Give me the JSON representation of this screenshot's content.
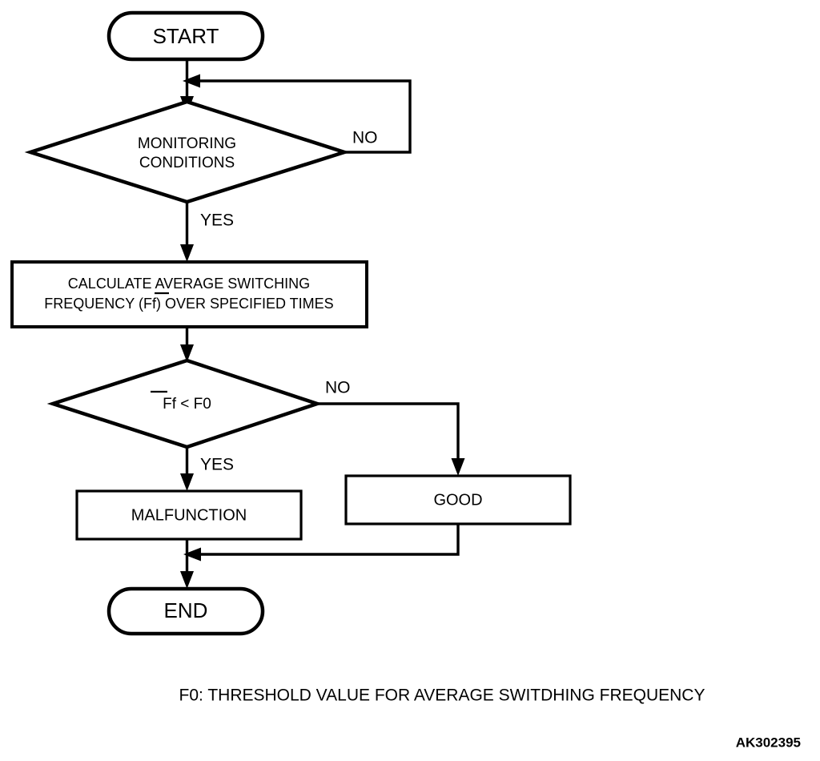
{
  "diagram": {
    "title_code": "AK302395",
    "footnote": "F0: THRESHOLD VALUE FOR AVERAGE SWITDHING FREQUENCY",
    "nodes": {
      "start": {
        "label": "START",
        "type": "terminator"
      },
      "monitoring": {
        "label_line1": "MONITORING",
        "label_line2": "CONDITIONS",
        "type": "decision"
      },
      "calculate": {
        "label_line1": "CALCULATE AVERAGE SWITCHING",
        "label_line2_a": "FREQUENCY (",
        "label_line2_b": "Ff",
        "label_line2_c": ") OVER SPECIFIED TIMES",
        "type": "process"
      },
      "compare": {
        "label_a": "Ff",
        "label_b": " < F0",
        "type": "decision"
      },
      "malfunction": {
        "label": "MALFUNCTION",
        "type": "process"
      },
      "good": {
        "label": "GOOD",
        "type": "process"
      },
      "end": {
        "label": "END",
        "type": "terminator"
      }
    },
    "edge_labels": {
      "monitoring_no": "NO",
      "monitoring_yes": "YES",
      "compare_no": "NO",
      "compare_yes": "YES"
    },
    "colors": {
      "stroke": "#000000",
      "fill": "#ffffff",
      "background": "#ffffff"
    }
  }
}
